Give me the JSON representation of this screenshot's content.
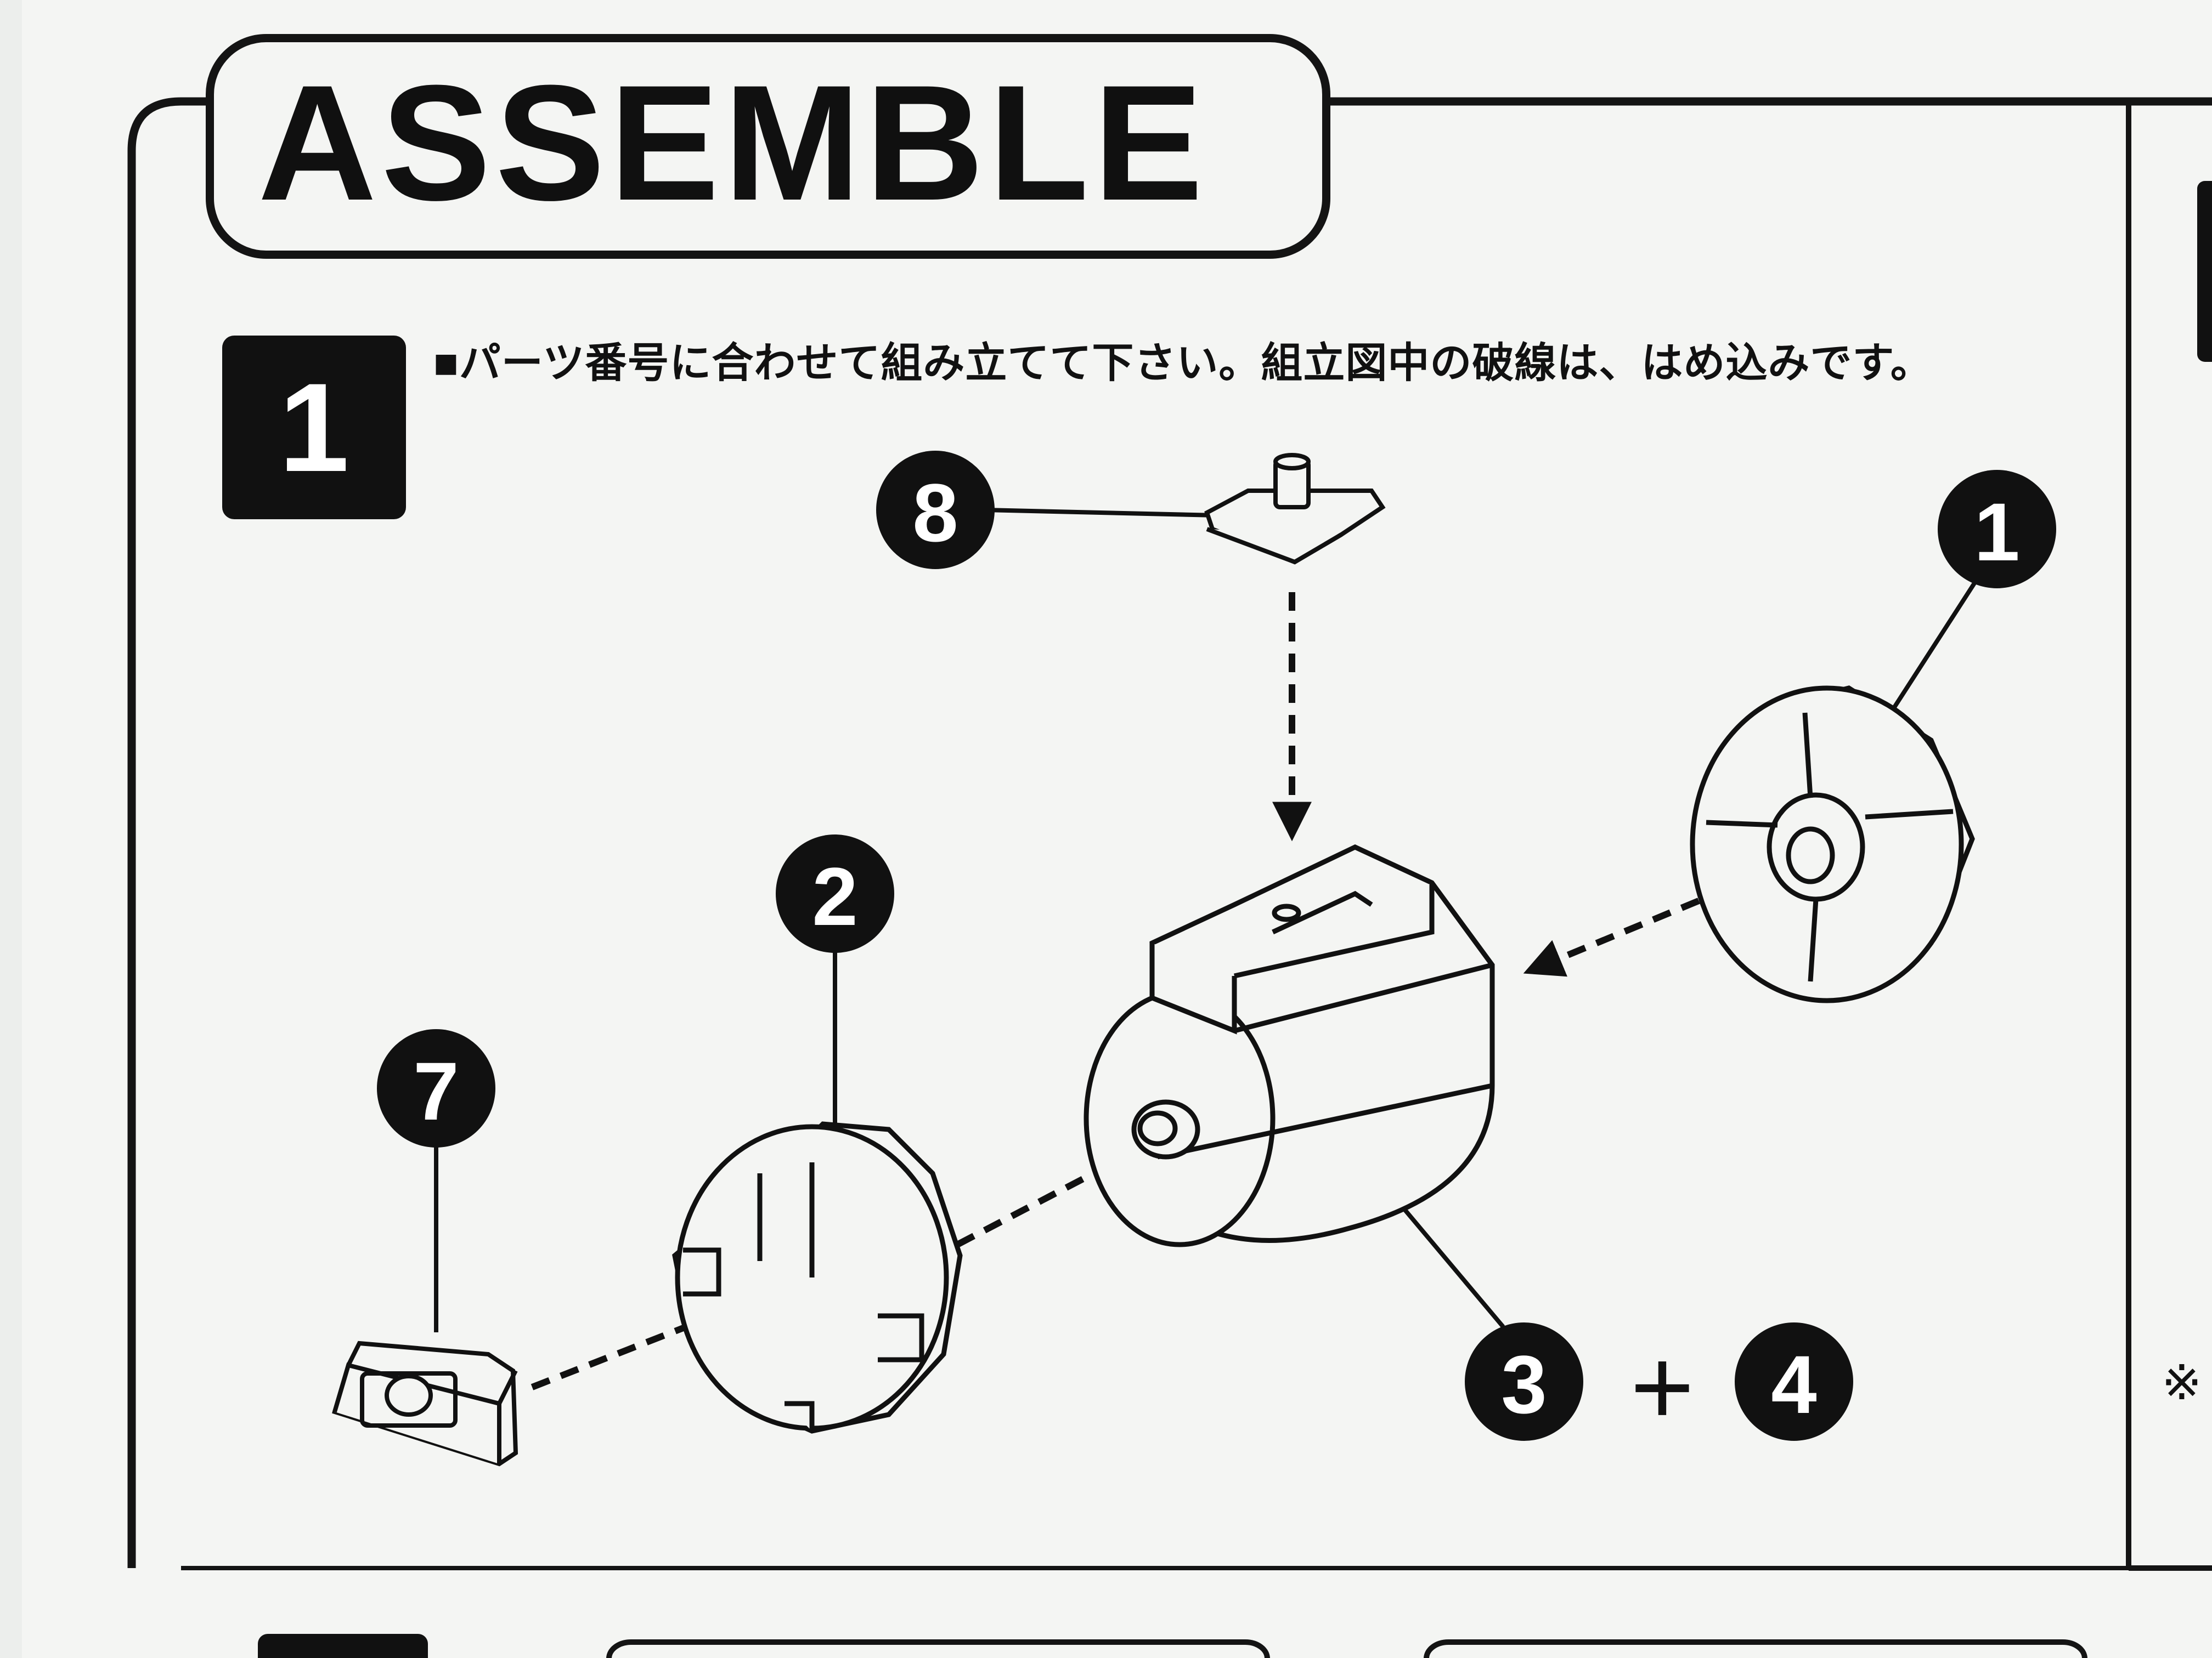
{
  "page": {
    "title": "ASSEMBLE",
    "step_number": "1",
    "instruction": "■パーツ番号に合わせて組み立てて下さい。組立図中の破線は、はめ込みです。",
    "note_mark": "※"
  },
  "callouts": [
    {
      "id": "part-8",
      "label": "8"
    },
    {
      "id": "part-1",
      "label": "1"
    },
    {
      "id": "part-2",
      "label": "2"
    },
    {
      "id": "part-7",
      "label": "7"
    },
    {
      "id": "part-3",
      "label": "3"
    },
    {
      "id": "part-4",
      "label": "4"
    }
  ],
  "plus_sign": "+",
  "colors": {
    "ink": "#111111",
    "paper": "#f4f5f3",
    "background": "#eceeec"
  }
}
